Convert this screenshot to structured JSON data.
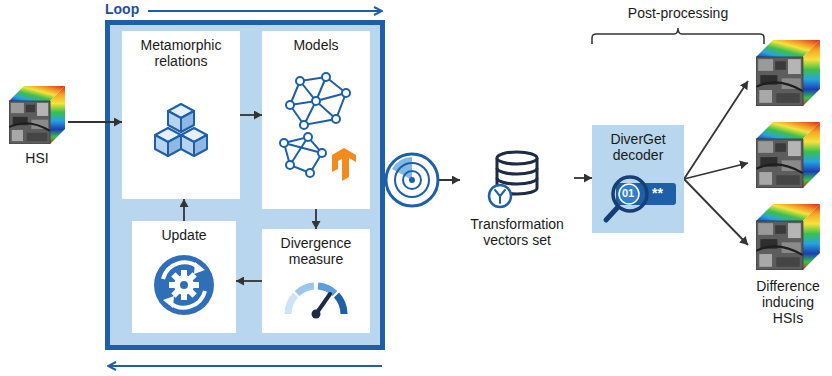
{
  "diagram": {
    "nodes": [
      {
        "text": [
          "HSI"
        ]
      },
      {
        "text": [
          "Loop"
        ]
      },
      {
        "text": [
          "Metamorphic relations"
        ],
        "in": 1
      },
      {
        "text": [
          "Models"
        ],
        "in": 1
      },
      {
        "text": [
          "Update"
        ],
        "in": 1
      },
      {
        "text": [
          "Divergence measure"
        ],
        "in": 1
      },
      {
        "text": [
          "Transformation vectors set"
        ]
      },
      {
        "text": [
          "DiverGet decoder"
        ]
      },
      {
        "text": [
          "Difference inducing HSIs"
        ]
      }
    ],
    "edges": [
      {
        "from": 0,
        "to": 2,
        "arrow": "to"
      },
      {
        "from": 2,
        "to": 3,
        "arrow": "to"
      },
      {
        "from": 3,
        "to": 5,
        "arrow": "to"
      },
      {
        "from": 5,
        "to": 4,
        "arrow": "to"
      },
      {
        "from": 4,
        "to": 2,
        "arrow": "to"
      },
      {
        "from": 1,
        "to": 6,
        "arrow": "to"
      },
      {
        "from": 6,
        "to": 7,
        "arrow": "to"
      },
      {
        "from": 7,
        "to": 8,
        "arrow": "to"
      },
      {
        "from": 7,
        "to": 8,
        "arrow": "to"
      },
      {
        "from": 7,
        "to": 8,
        "arrow": "to"
      }
    ],
    "labels": [
      "Post-processing",
      "01",
      "**"
    ]
  }
}
